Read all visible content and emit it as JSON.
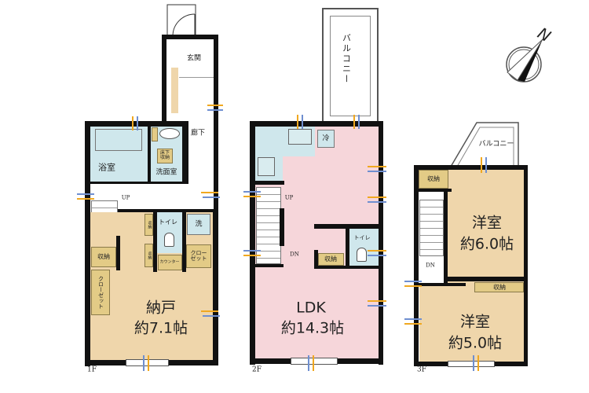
{
  "floors": [
    {
      "label": "1F",
      "rooms": {
        "entrance": "玄関",
        "corridor": "廊下",
        "bath": "浴室",
        "washroom": "洗面室",
        "underfloor_storage": "床下収納",
        "up": "UP",
        "toilet": "トイレ",
        "washer": "洗",
        "closet_right": "クローゼット",
        "counter": "カウンター",
        "storage_small_1": "収納",
        "storage_small_2": "収納",
        "storage_left": "収納",
        "closet_left": "クローゼット",
        "main_room_name": "納戸",
        "main_room_size": "約7.1帖"
      }
    },
    {
      "label": "2F",
      "rooms": {
        "balcony": "バルコニー",
        "fridge": "冷",
        "up": "UP",
        "dn": "DN",
        "storage": "収納",
        "toilet": "トイレ",
        "main_room_name": "LDK",
        "main_room_size": "約14.3帖"
      }
    },
    {
      "label": "3F",
      "rooms": {
        "balcony": "バルコニー",
        "storage_top": "収納",
        "dn": "DN",
        "room1_name": "洋室",
        "room1_size": "約6.0帖",
        "storage_mid": "収納",
        "room2_name": "洋室",
        "room2_size": "約5.0帖"
      }
    }
  ],
  "compass": {
    "label": "N",
    "icon": "north-arrow-icon"
  },
  "colors": {
    "wall": "#111111",
    "storage": "#e3cb86",
    "room_tan": "#efd6ab",
    "wet_area": "#cfe7ec",
    "ldk": "#f6d6da",
    "light_arrow": "#f0a820",
    "air_arrow": "#6f8fd0"
  }
}
